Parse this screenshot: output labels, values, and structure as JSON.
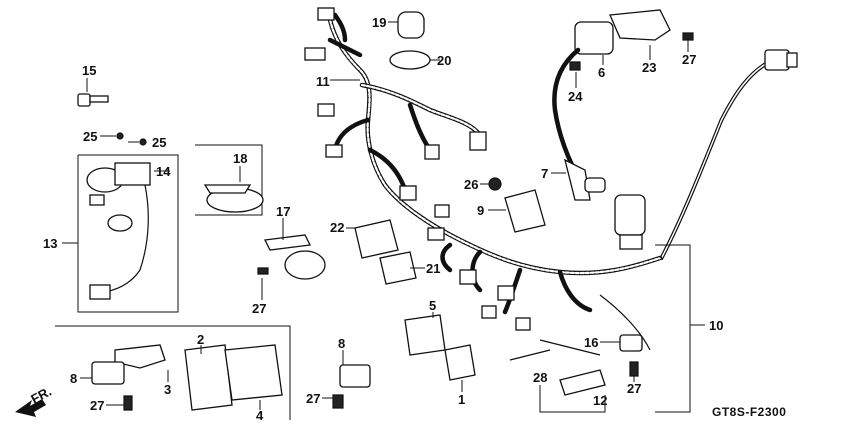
{
  "diagram_code": "GT8S-F2300",
  "direction_label": "FR.",
  "callouts": {
    "c1": "1",
    "c2": "2",
    "c3": "3",
    "c4": "4",
    "c5": "5",
    "c6": "6",
    "c7": "7",
    "c8a": "8",
    "c8b": "8",
    "c9": "9",
    "c10": "10",
    "c11": "11",
    "c12": "12",
    "c13": "13",
    "c14": "14",
    "c15": "15",
    "c16": "16",
    "c17": "17",
    "c18": "18",
    "c19": "19",
    "c20": "20",
    "c21": "21",
    "c22": "22",
    "c23": "23",
    "c24": "24",
    "c25a": "25",
    "c25b": "25",
    "c26": "26",
    "c27a": "27",
    "c27b": "27",
    "c27c": "27",
    "c27d": "27",
    "c27e": "27",
    "c28": "28"
  }
}
